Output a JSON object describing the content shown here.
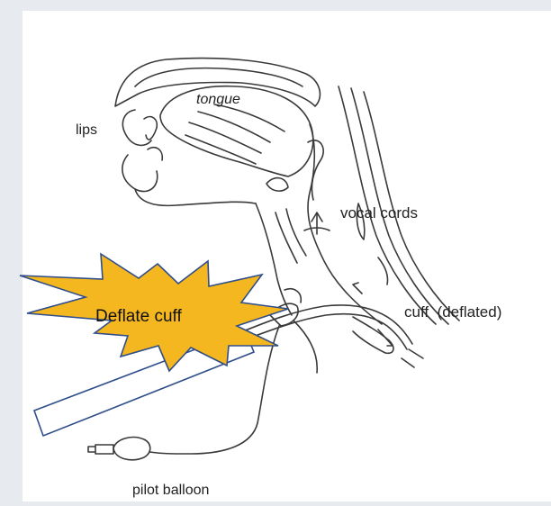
{
  "labels": {
    "tongue": "tongue",
    "lips": "lips",
    "vocal_cords": "vocal cords",
    "cuff": "cuff  (deflated)",
    "pilot_balloon": "pilot balloon"
  },
  "callout": {
    "text": "Deflate cuff",
    "fill_color": "#f5b720",
    "outline_color": "#2f4e8a"
  },
  "colors": {
    "background": "#e7ebef",
    "paper": "#ffffff",
    "ink": "#3a3a3a"
  }
}
